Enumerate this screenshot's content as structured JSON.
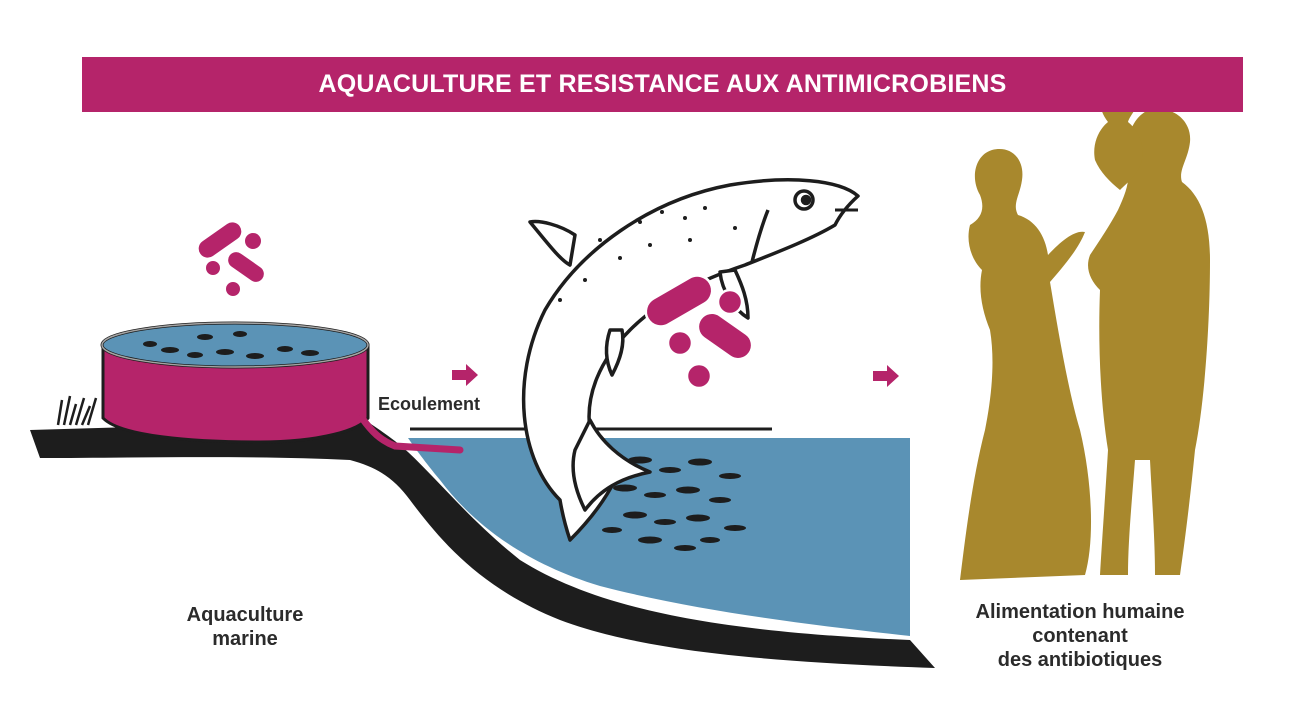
{
  "title": "AQUACULTURE ET RESISTANCE AUX ANTIMICROBIENS",
  "flow_label": "Ecoulement",
  "caption_left": [
    "Aquaculture",
    "marine"
  ],
  "caption_right": [
    "Alimentation humaine",
    "contenant",
    "des antibiotiques"
  ],
  "colors": {
    "magenta": "#b5246a",
    "water": "#5b93b6",
    "ground": "#1d1d1d",
    "human": "#a8882d"
  },
  "icons": [
    "aquaculture-tank-icon",
    "antibiotic-pills-icon",
    "salmon-icon",
    "fish-school-icon",
    "arrow-right-icon",
    "family-silhouette-icon"
  ]
}
